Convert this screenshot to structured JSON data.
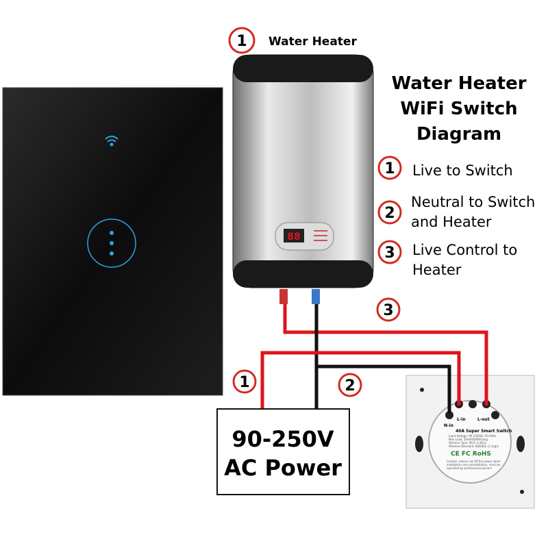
{
  "title_lines": [
    "Water Heater",
    "WiFi Switch",
    "Diagram"
  ],
  "heater_label": {
    "number": "1",
    "text": "Water Heater"
  },
  "heater_display": "88",
  "legend": [
    {
      "number": "1",
      "lines": [
        "Live to Switch"
      ]
    },
    {
      "number": "2",
      "lines": [
        "Neutral to Switch",
        "and Heater"
      ]
    },
    {
      "number": "3",
      "lines": [
        "Live Control to",
        "Heater"
      ]
    }
  ],
  "wire_labels": {
    "live_control": "3",
    "live": "1",
    "neutral": "2"
  },
  "power_box": {
    "line1": "90-250V",
    "line2": "AC Power"
  },
  "switch_back": {
    "terminals": {
      "n_in": "N-in",
      "l_in": "L-in",
      "l_out": "L-out"
    },
    "model": "40A Super Smart Switch",
    "specs": [
      "Input Voltage: 90-250VAC 50-60Hz",
      "Max Load: 20A/4000W/Gang",
      "Wireless Type: Wi-Fi 2.4Ghz",
      "Wireless Standard: IEEE802.11 b/g/n"
    ],
    "certs": "CE FC RoHS",
    "caution": [
      "Caution: please cut off the power when",
      "installation and uninstallation, must be",
      "operated by professional person!"
    ]
  },
  "colors": {
    "live": "#e0141b",
    "neutral": "#111111",
    "accent": "#2aa7e6",
    "circle": "#d42a1e"
  }
}
